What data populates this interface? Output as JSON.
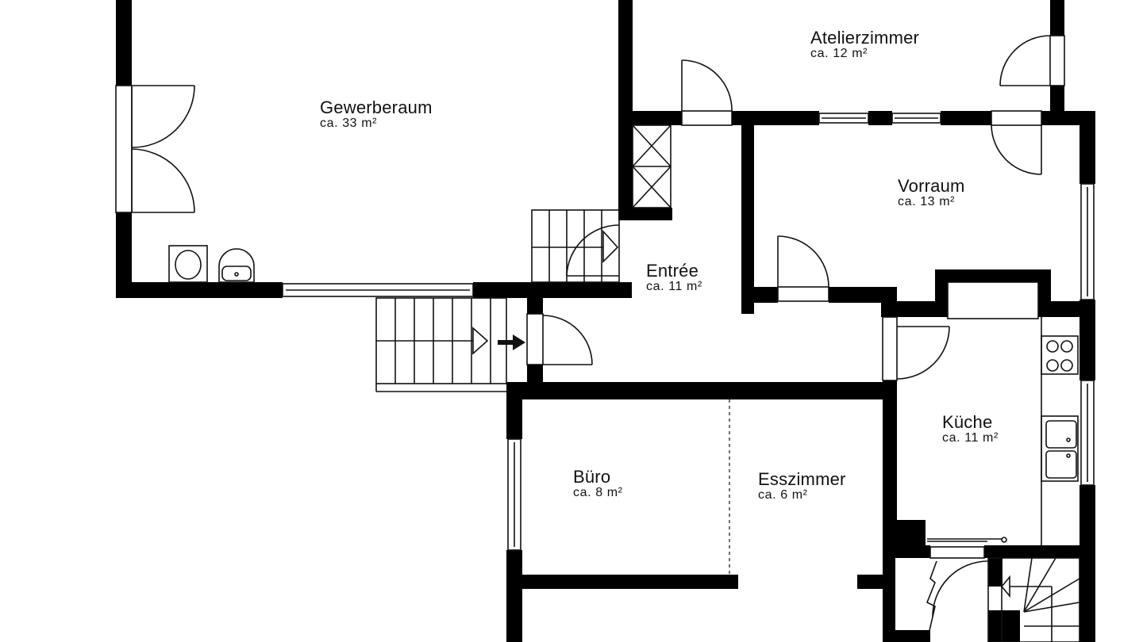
{
  "rooms": [
    {
      "name": "Gewerberaum",
      "area": "ca. 33 m²"
    },
    {
      "name": "Atelierzimmer",
      "area": "ca. 12 m²"
    },
    {
      "name": "Vorraum",
      "area": "ca. 13 m²"
    },
    {
      "name": "Entrée",
      "area": "ca. 11 m²"
    },
    {
      "name": "Küche",
      "area": "ca. 11 m²"
    },
    {
      "name": "Büro",
      "area": "ca. 8 m²"
    },
    {
      "name": "Esszimmer",
      "area": "ca. 6 m²"
    }
  ],
  "colors": {
    "wall": "#000000",
    "line": "#111111",
    "background": "#ffffff"
  },
  "symbols": [
    "entrance-arrow-icon",
    "stair-direction-arrow-icon",
    "stove-icon",
    "double-sink-icon",
    "washbasin-icon",
    "toilet-icon",
    "shaft-icon",
    "sliding-door-arrow-icon"
  ]
}
